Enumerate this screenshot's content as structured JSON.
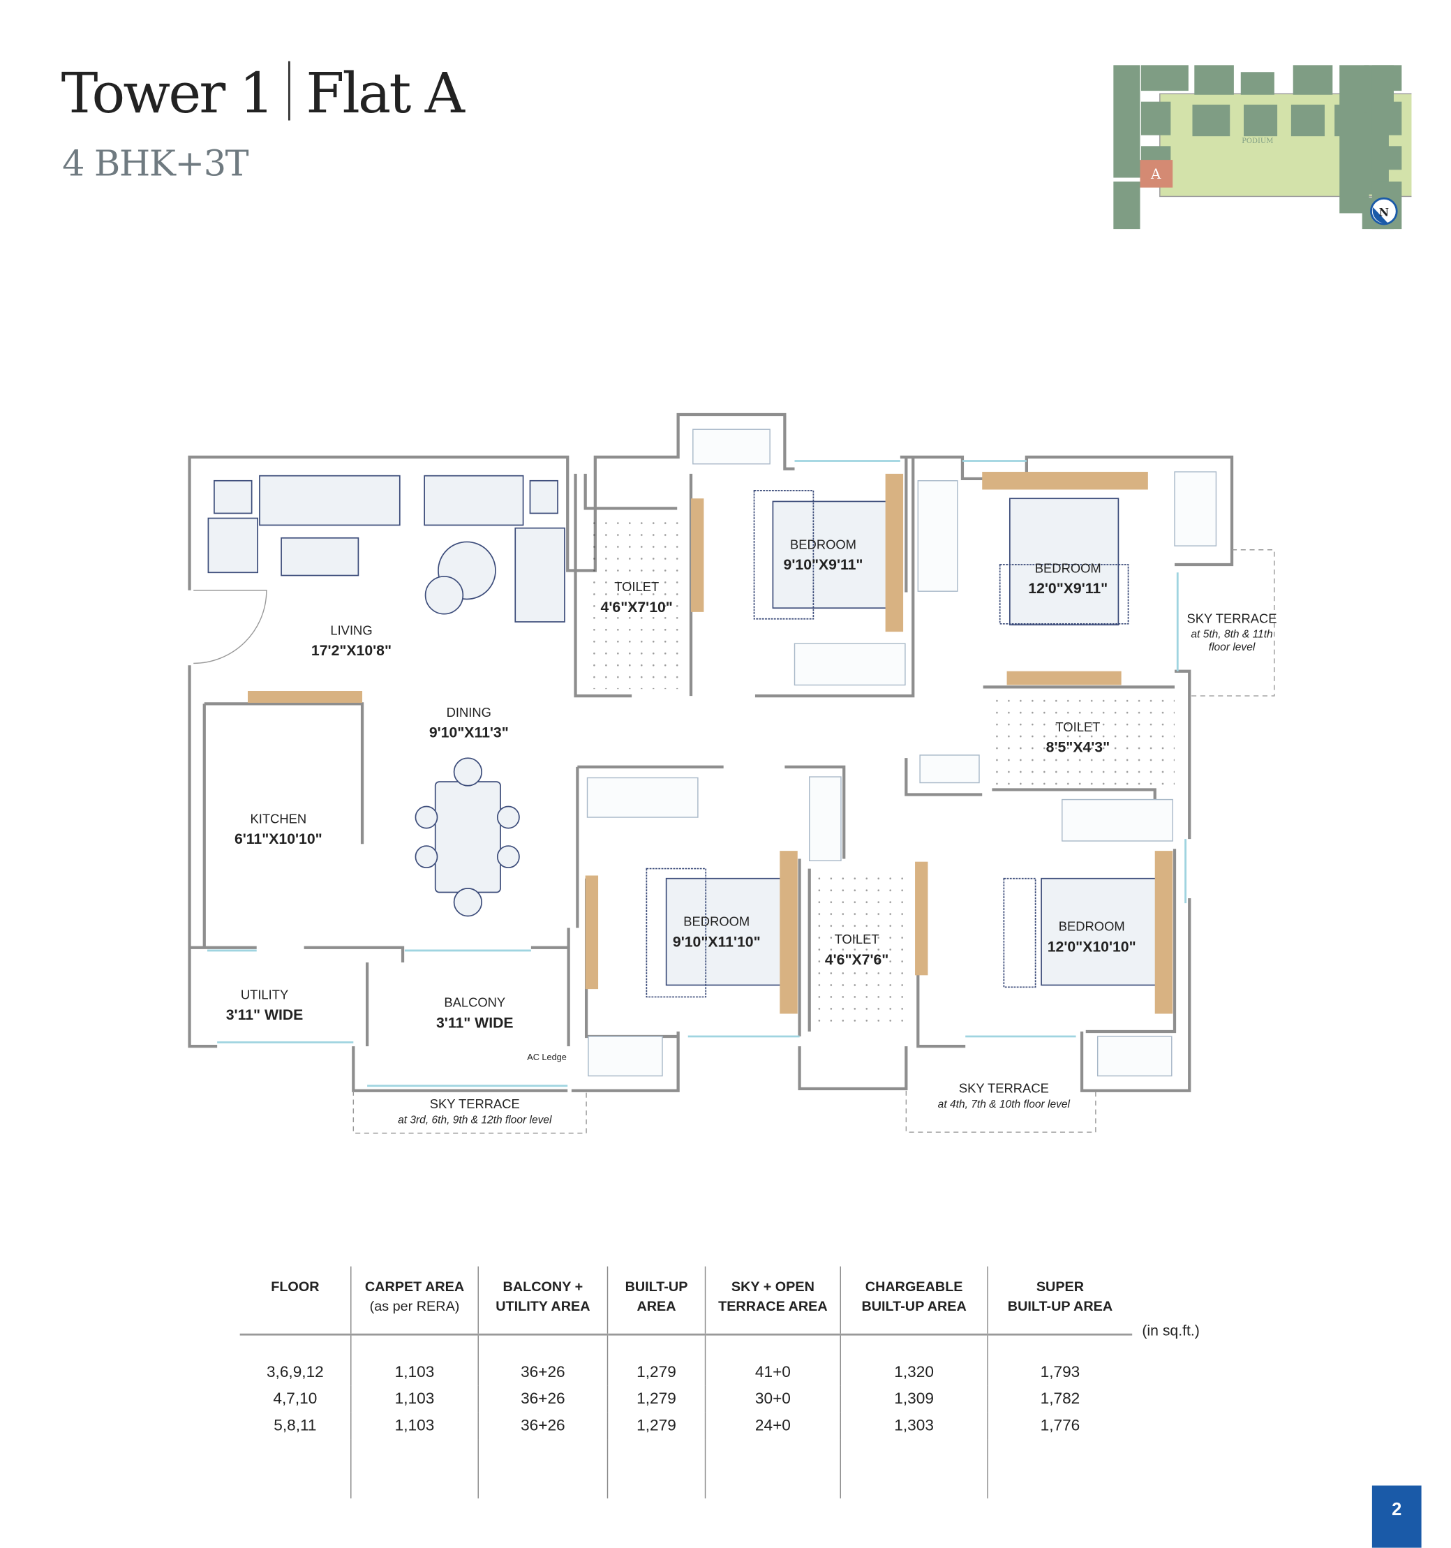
{
  "header": {
    "tower": "Tower 1",
    "flat": "Flat A",
    "config": "4 BHK+3T"
  },
  "key_plan": {
    "podium_label": "PODIUM",
    "flat_marker": "A",
    "north_label": "N",
    "colors": {
      "podium": "#d3e2aa",
      "towers": "#7f9d84",
      "flat": "#d48a73",
      "north": "#1a5aa8"
    }
  },
  "rooms": {
    "living": {
      "name": "LIVING",
      "size": "17'2\"X10'8\""
    },
    "dining": {
      "name": "DINING",
      "size": "9'10\"X11'3\""
    },
    "kitchen": {
      "name": "KITCHEN",
      "size": "6'11\"X10'10\""
    },
    "utility": {
      "name": "UTILITY",
      "size": "3'11\" WIDE"
    },
    "balcony": {
      "name": "BALCONY",
      "size": "3'11\" WIDE"
    },
    "ac_ledge": "AC Ledge",
    "toilet1": {
      "name": "TOILET",
      "size": "4'6\"X7'10\""
    },
    "bedroom1": {
      "name": "BEDROOM",
      "size": "9'10\"X9'11\""
    },
    "bedroom2": {
      "name": "BEDROOM",
      "size": "12'0\"X9'11\""
    },
    "toilet2": {
      "name": "TOILET",
      "size": "8'5\"X4'3\""
    },
    "bedroom3": {
      "name": "BEDROOM",
      "size": "9'10\"X11'10\""
    },
    "toilet3": {
      "name": "TOILET",
      "size": "4'6\"X7'6\""
    },
    "bedroom4": {
      "name": "BEDROOM",
      "size": "12'0\"X10'10\""
    },
    "sky_terrace_a": {
      "name": "SKY TERRACE",
      "line1": "at 3rd, 6th, 9th & 12th floor level"
    },
    "sky_terrace_b": {
      "name": "SKY TERRACE",
      "line1": "at 5th, 8th & 11th",
      "line2": "floor level"
    },
    "sky_terrace_c": {
      "name": "SKY TERRACE",
      "line1": "at 4th, 7th & 10th floor level"
    }
  },
  "area_table": {
    "headers": [
      {
        "l1": "FLOOR",
        "l2": ""
      },
      {
        "l1": "CARPET AREA",
        "l2": "(as per RERA)"
      },
      {
        "l1": "BALCONY +",
        "l2": "UTILITY AREA"
      },
      {
        "l1": "BUILT-UP",
        "l2": "AREA"
      },
      {
        "l1": "SKY + OPEN",
        "l2": "TERRACE AREA"
      },
      {
        "l1": "CHARGEABLE",
        "l2": "BUILT-UP AREA"
      },
      {
        "l1": "SUPER",
        "l2": "BUILT-UP AREA"
      }
    ],
    "rows": [
      [
        "3,6,9,12",
        "1,103",
        "36+26",
        "1,279",
        "41+0",
        "1,320",
        "1,793"
      ],
      [
        "4,7,10",
        "1,103",
        "36+26",
        "1,279",
        "30+0",
        "1,309",
        "1,782"
      ],
      [
        "5,8,11",
        "1,103",
        "36+26",
        "1,279",
        "24+0",
        "1,303",
        "1,776"
      ]
    ],
    "units": "(in sq.ft.)"
  },
  "page_number": "2"
}
